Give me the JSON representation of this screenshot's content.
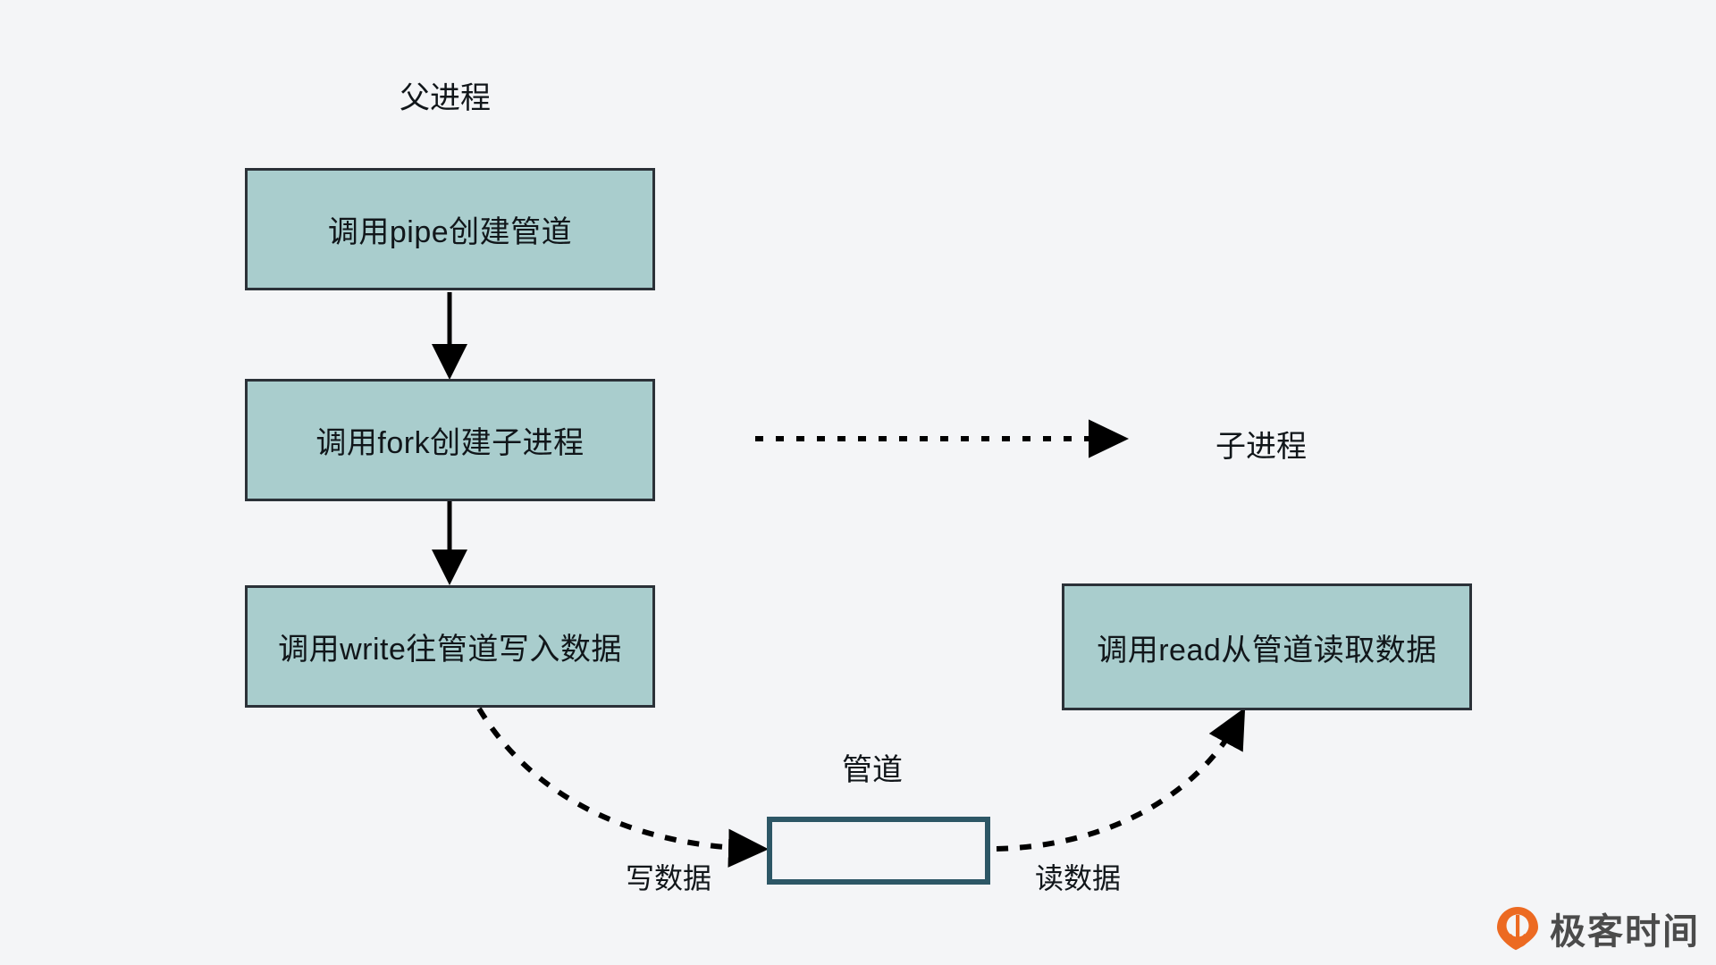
{
  "diagram": {
    "title": "Linux pipe inter-process communication flow",
    "background_color": "#f4f5f7",
    "node_fill_color": "#a9cdcd",
    "node_border_color": "#2b3138",
    "pipe_border_color": "#2d5766",
    "text_color": "#11161a"
  },
  "labels": {
    "parent_process": "父进程",
    "child_process": "子进程",
    "pipe": "管道",
    "write_data": "写数据",
    "read_data": "读数据"
  },
  "nodes": [
    {
      "id": "create-pipe",
      "text": "调用pipe创建管道"
    },
    {
      "id": "fork-child",
      "text": "调用fork创建子进程"
    },
    {
      "id": "write-pipe",
      "text": "调用write往管道写入数据"
    },
    {
      "id": "read-pipe",
      "text": "调用read从管道读取数据"
    },
    {
      "id": "pipe-buffer",
      "text": ""
    }
  ],
  "edges": [
    {
      "id": "pipe-to-fork",
      "style": "solid",
      "label": ""
    },
    {
      "id": "fork-to-write",
      "style": "solid",
      "label": ""
    },
    {
      "id": "fork-to-child",
      "style": "dotted",
      "label": ""
    },
    {
      "id": "write-to-pipe",
      "style": "dashed-curve",
      "label": "写数据"
    },
    {
      "id": "pipe-to-read",
      "style": "dashed-curve",
      "label": "读数据"
    }
  ],
  "watermark": {
    "brand": "极客时间",
    "mark_color": "#ec6a22",
    "text_color": "#4b4b4b"
  }
}
